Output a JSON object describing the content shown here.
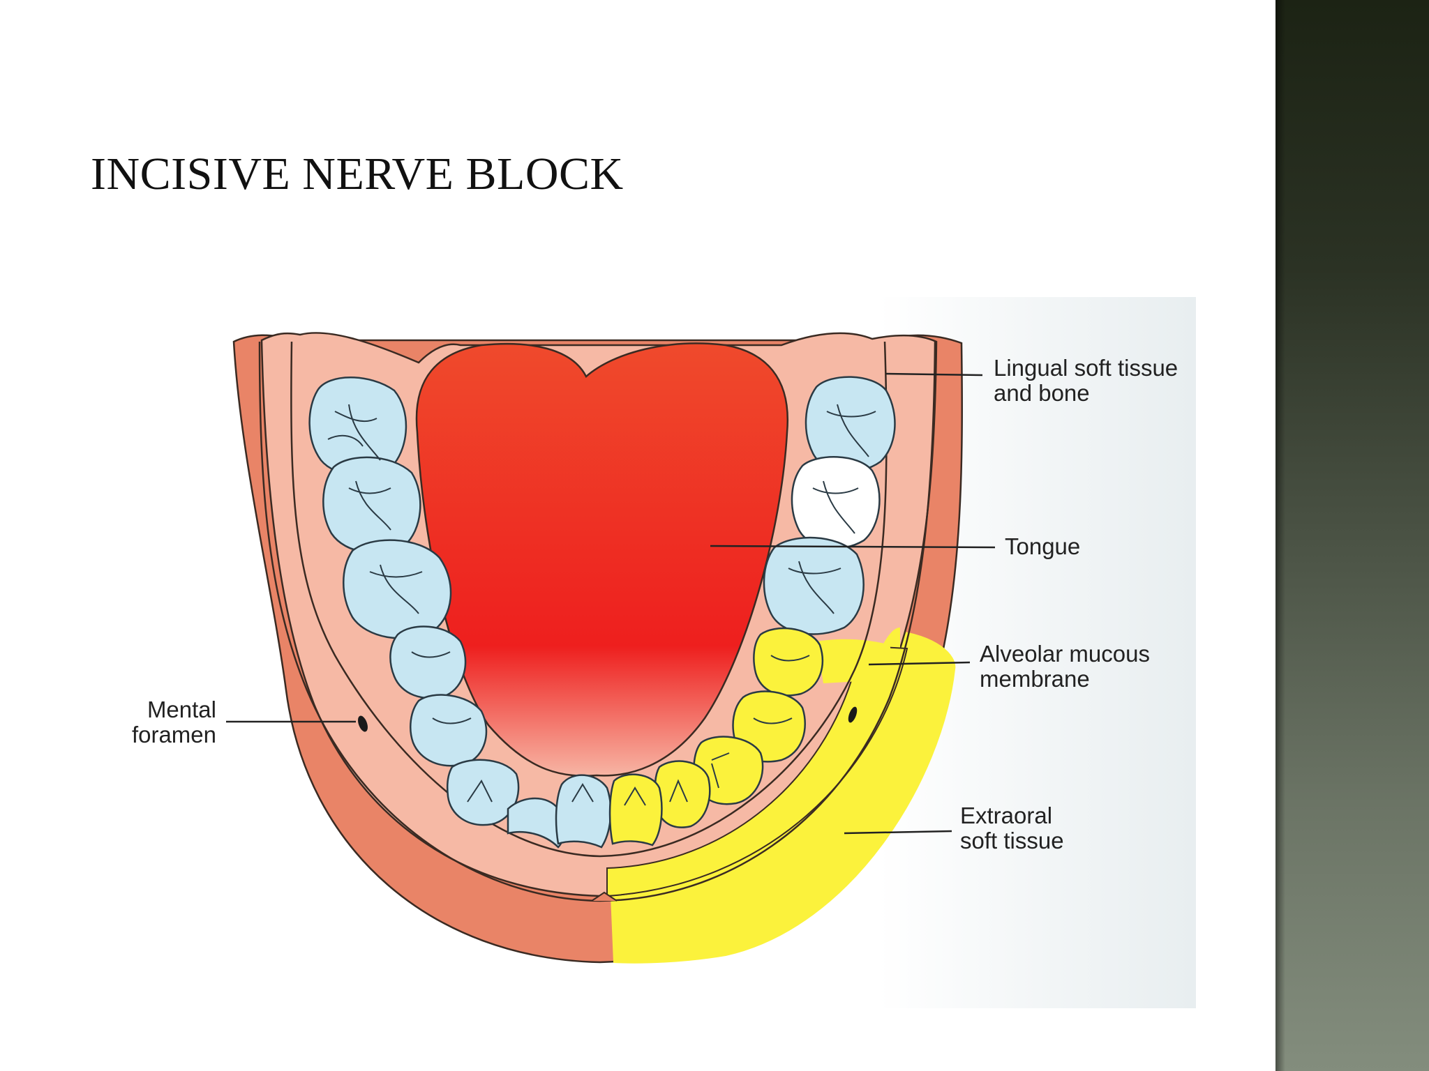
{
  "slide": {
    "title": "INCISIVE NERVE BLOCK"
  },
  "diagram": {
    "labels": {
      "lingual_line1": "Lingual soft tissue",
      "lingual_line2": "and bone",
      "tongue": "Tongue",
      "alveolar_line1": "Alveolar mucous",
      "alveolar_line2": "membrane",
      "mental_line1": "Mental",
      "mental_line2": "foramen",
      "extraoral_line1": "Extraoral",
      "extraoral_line2": "soft tissue"
    },
    "colors": {
      "outer_soft_tissue": "#e98467",
      "lingual_tissue": "#f6b9a5",
      "tongue": "#ef3124",
      "tooth_unanesthetized": "#c7e6f2",
      "anesthetized_area": "#fbf23c",
      "sidebar": "#3a4232"
    }
  }
}
